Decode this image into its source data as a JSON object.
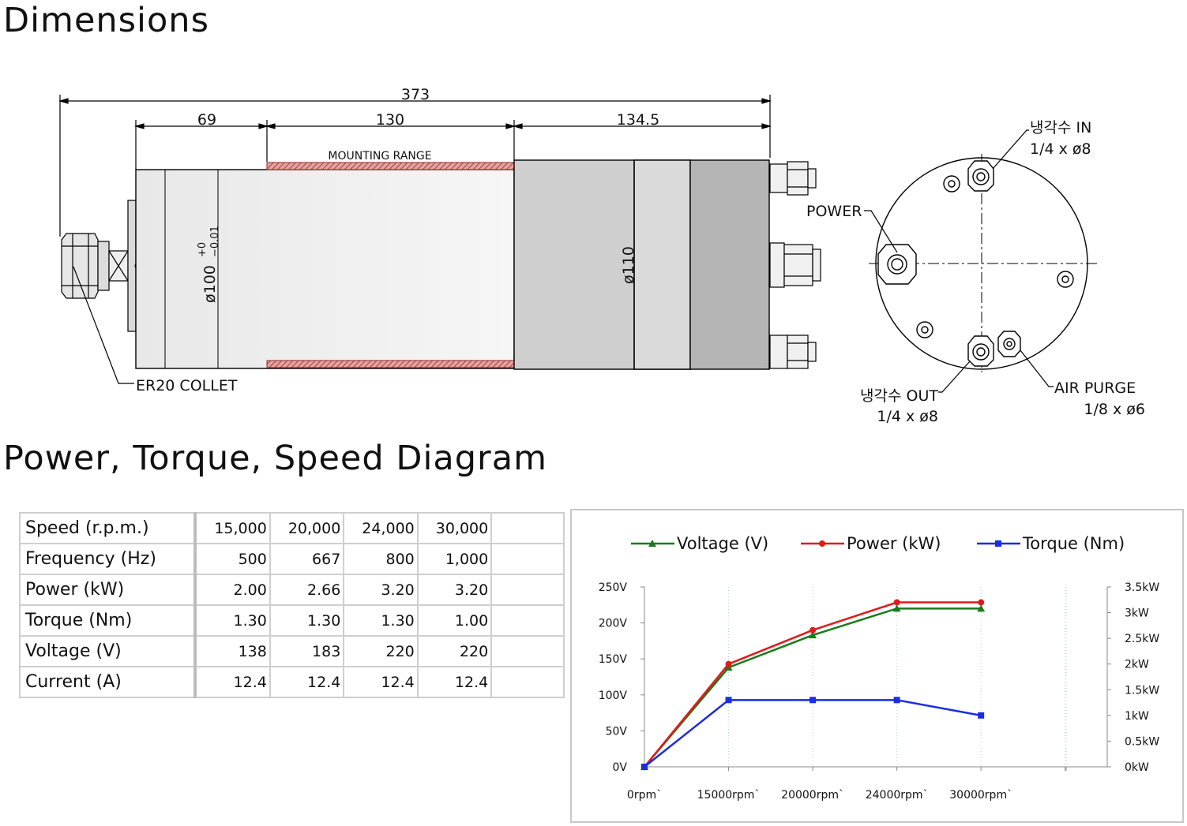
{
  "headings": {
    "dimensions": "Dimensions",
    "diagram": "Power, Torque, Speed Diagram"
  },
  "drawing": {
    "overall_length": "373",
    "segment_1": "69",
    "segment_2": "130",
    "segment_3": "134.5",
    "mounting_range": "MOUNTING RANGE",
    "body_diameter_main": "ø100",
    "body_diameter_tol_upper": "+0",
    "body_diameter_tol_lower": "−0.01",
    "housing_diameter": "ø110",
    "collet_label": "ER20 COLLET",
    "coolant_in_label": "냉각수 IN",
    "coolant_in_size": "1/4 x ø8",
    "power_label": "POWER",
    "coolant_out_label": "냉각수 OUT",
    "coolant_out_size": "1/4 x ø8",
    "air_purge_label": "AIR PURGE",
    "air_purge_size": "1/8 x ø6",
    "colors": {
      "mounting_range": "#c0504d",
      "housing": "#cfcfcf",
      "end_cap": "#b5b5b5"
    }
  },
  "table": {
    "rows": [
      {
        "label": "Speed (r.p.m.)",
        "values": [
          "15,000",
          "20,000",
          "24,000",
          "30,000",
          ""
        ]
      },
      {
        "label": "Frequency (Hz)",
        "values": [
          "500",
          "667",
          "800",
          "1,000",
          ""
        ]
      },
      {
        "label": "Power (kW)",
        "values": [
          "2.00",
          "2.66",
          "3.20",
          "3.20",
          ""
        ]
      },
      {
        "label": "Torque (Nm)",
        "values": [
          "1.30",
          "1.30",
          "1.30",
          "1.00",
          ""
        ]
      },
      {
        "label": "Voltage (V)",
        "values": [
          "138",
          "183",
          "220",
          "220",
          ""
        ]
      },
      {
        "label": "Current (A)",
        "values": [
          "12.4",
          "12.4",
          "12.4",
          "12.4",
          ""
        ]
      }
    ]
  },
  "chart_data": {
    "type": "line",
    "title": "",
    "categories": [
      "0rpm`",
      "15000rpm`",
      "20000rpm`",
      "24000rpm`",
      "30000rpm`"
    ],
    "series": [
      {
        "name": "Voltage (V)",
        "axis": "left",
        "color": "#1a7a1a",
        "marker": "triangle",
        "values": [
          0,
          138,
          183,
          220,
          220
        ]
      },
      {
        "name": "Power (kW)",
        "axis": "right",
        "color": "#e01b1b",
        "marker": "circle",
        "values": [
          0,
          2.0,
          2.66,
          3.2,
          3.2
        ]
      },
      {
        "name": "Torque (Nm)",
        "axis": "right",
        "color": "#1a2de0",
        "marker": "square",
        "values": [
          0,
          1.3,
          1.3,
          1.3,
          1.0
        ]
      }
    ],
    "y_left": {
      "min": 0,
      "max": 250,
      "ticks": [
        0,
        50,
        100,
        150,
        200,
        250
      ],
      "tick_labels": [
        "0V",
        "50V",
        "100V",
        "150V",
        "200V",
        "250V"
      ]
    },
    "y_right": {
      "min": 0,
      "max": 3.5,
      "ticks": [
        0,
        0.5,
        1,
        1.5,
        2,
        2.5,
        3,
        3.5
      ],
      "tick_labels": [
        "0kW",
        "0.5kW",
        "1kW",
        "1.5kW",
        "2kW",
        "2.5kW",
        "3kW",
        "3.5kW"
      ]
    },
    "grid": "vertical dotted",
    "legend": "top"
  }
}
